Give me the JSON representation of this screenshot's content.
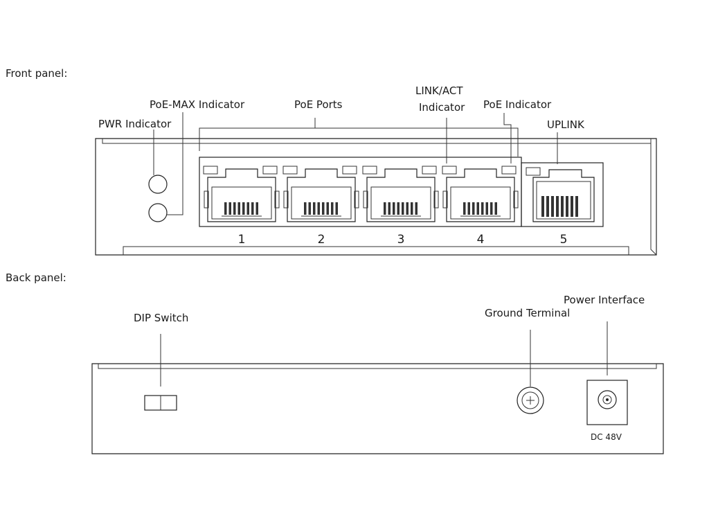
{
  "sections": {
    "front_label": "Front panel:",
    "back_label": "Back panel:"
  },
  "front": {
    "labels": {
      "pwr": "PWR Indicator",
      "poe_max": "PoE-MAX Indicator",
      "poe_ports": "PoE Ports",
      "link_act_line1": "LINK/ACT",
      "link_act_line2": "Indicator",
      "poe_indicator": "PoE Indicator",
      "uplink": "UPLINK"
    },
    "port_numbers": [
      "1",
      "2",
      "3",
      "4",
      "5"
    ]
  },
  "back": {
    "labels": {
      "dip_switch": "DIP Switch",
      "ground_terminal": "Ground Terminal",
      "power_interface": "Power Interface",
      "dc": "DC 48V"
    }
  }
}
